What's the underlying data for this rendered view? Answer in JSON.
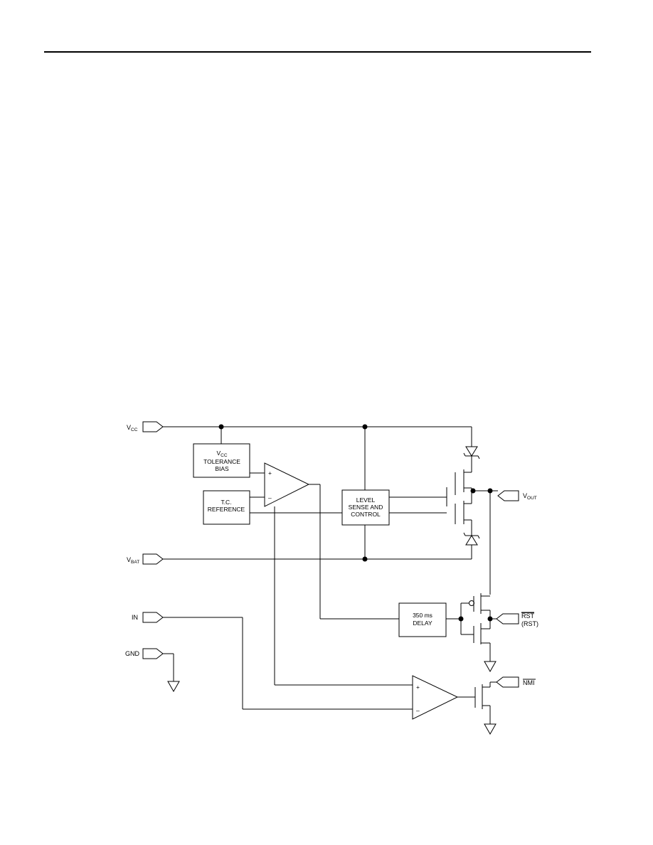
{
  "header": {
    "rule": "top-divider"
  },
  "diagram": {
    "pins": {
      "vcc": {
        "main": "V",
        "sub": "CC"
      },
      "vbat": {
        "main": "V",
        "sub": "BAT"
      },
      "in": "IN",
      "gnd": "GND",
      "vout": {
        "main": "V",
        "sub": "OUT"
      },
      "rst": "RST",
      "rst_alt": "(RST)",
      "nmi": "NMI"
    },
    "blocks": {
      "tolerance": {
        "line1_main": "V",
        "line1_sub": "CC",
        "line2": "TOLERANCE",
        "line3": "BIAS"
      },
      "reference": {
        "line1": "T.C.",
        "line2": "REFERENCE"
      },
      "level": {
        "line1": "LEVEL",
        "line2": "SENSE AND",
        "line3": "CONTROL"
      },
      "delay": {
        "line1": "350 ms",
        "line2": "DELAY"
      }
    },
    "comparator_signs": {
      "plus": "+",
      "minus": "–"
    }
  }
}
